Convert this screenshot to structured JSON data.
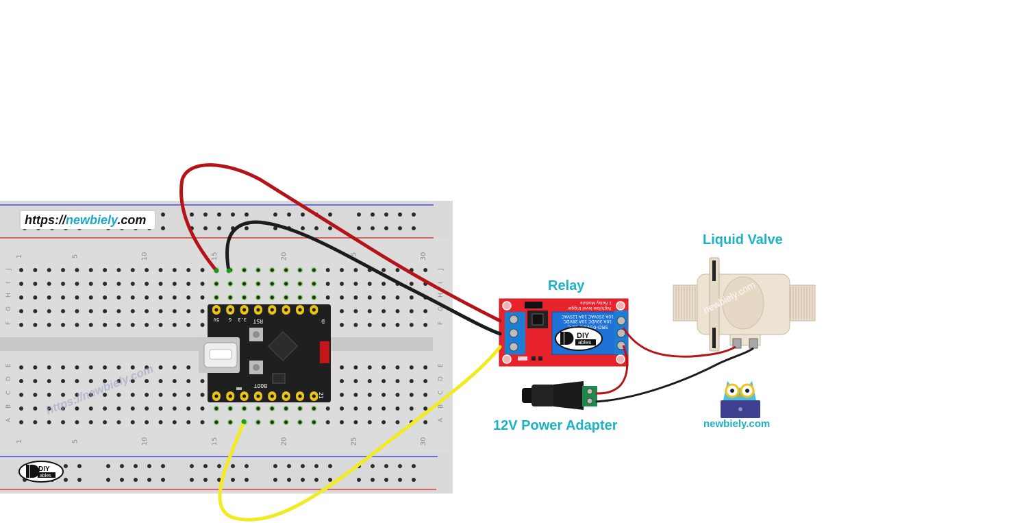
{
  "labels": {
    "relay": "Relay",
    "valve": "Liquid Valve",
    "adapter": "12V Power Adapter",
    "site": "newbiely.com"
  },
  "watermark": {
    "prefix": "https://",
    "name": "newbiely",
    "suffix": ".com"
  },
  "breadboard": {
    "column_ticks": [
      "1",
      "5",
      "10",
      "15",
      "20",
      "25",
      "30"
    ],
    "row_letters_top": [
      "J",
      "I",
      "H",
      "G",
      "F"
    ],
    "row_letters_bottom": [
      "E",
      "D",
      "C",
      "B",
      "A"
    ]
  },
  "board": {
    "pin_labels_top": [
      "5V",
      "G",
      "3.3",
      "RST",
      "D"
    ],
    "pin_labels_bottom": [
      "BOOT",
      "21"
    ]
  },
  "relay_module": {
    "header": "1 Relay Module",
    "subheader": "high/low level trigger",
    "relay_text": "SRD-05VDC-SL-C",
    "rating1": "10A 250VAC 10A 125VAC",
    "rating2": "10A 30VDC 10A 28VDC",
    "logo_top": "DIY",
    "logo_bottom": "ables"
  },
  "diy_logo": {
    "top": "DIY",
    "bottom": "ables"
  },
  "colors": {
    "label": "#1bb3c3",
    "wire_red": "#b41418",
    "wire_black": "#1c1c1c",
    "wire_yellow": "#f2ea22",
    "relay_pcb": "#e8232b",
    "breadboard": "#d9d9d9"
  }
}
